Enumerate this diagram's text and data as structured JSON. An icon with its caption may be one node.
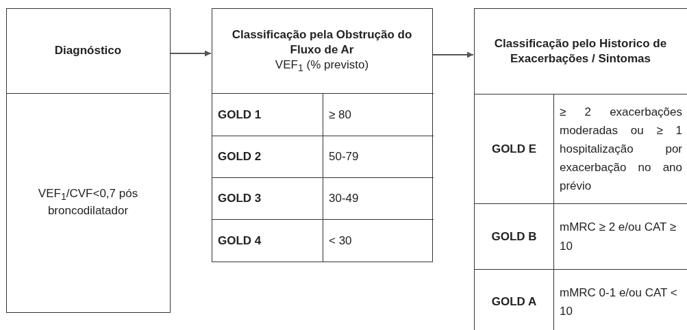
{
  "diagram": {
    "nodes": [
      {
        "text": [
          "Diagnóstico",
          "VEF$_{1}$/CVF<0,7 pós broncodilatador"
        ]
      },
      {
        "text": [
          "Classificação pela Obstrução do Fluxo de Ar",
          "VEF$_{1}$ (% previsto)"
        ]
      },
      {
        "text": [
          "GOLD 1"
        ],
        "in": 1
      },
      {
        "text": [
          "≥ 80"
        ],
        "in": 1
      },
      {
        "text": [
          "GOLD 2"
        ],
        "in": 1
      },
      {
        "text": [
          "50-79"
        ],
        "in": 1
      },
      {
        "text": [
          "GOLD 3"
        ],
        "in": 1
      },
      {
        "text": [
          "30-49"
        ],
        "in": 1
      },
      {
        "text": [
          "GOLD 4"
        ],
        "in": 1
      },
      {
        "text": [
          "< 30"
        ],
        "in": 1
      },
      {
        "text": [
          "Classificação pelo Historico de Exacerbações / Sintomas"
        ]
      },
      {
        "text": [
          "GOLD E"
        ],
        "in": 10
      },
      {
        "text": [
          "≥ 2 exacerbações moderadas ou ≥ 1 hospitalização por exacerbação no ano prévio"
        ],
        "in": 10
      },
      {
        "text": [
          "GOLD B"
        ],
        "in": 10
      },
      {
        "text": [
          "mMRC ≥ 2 e/ou CAT ≥ 10"
        ],
        "in": 10
      },
      {
        "text": [
          "GOLD A"
        ],
        "in": 10
      },
      {
        "text": [
          "mMRC 0-1 e/ou CAT < 10"
        ],
        "in": 10
      }
    ],
    "edges": [
      {
        "from": 0,
        "to": 1,
        "arrow": "to"
      },
      {
        "from": 1,
        "to": 10,
        "arrow": "to"
      }
    ]
  }
}
